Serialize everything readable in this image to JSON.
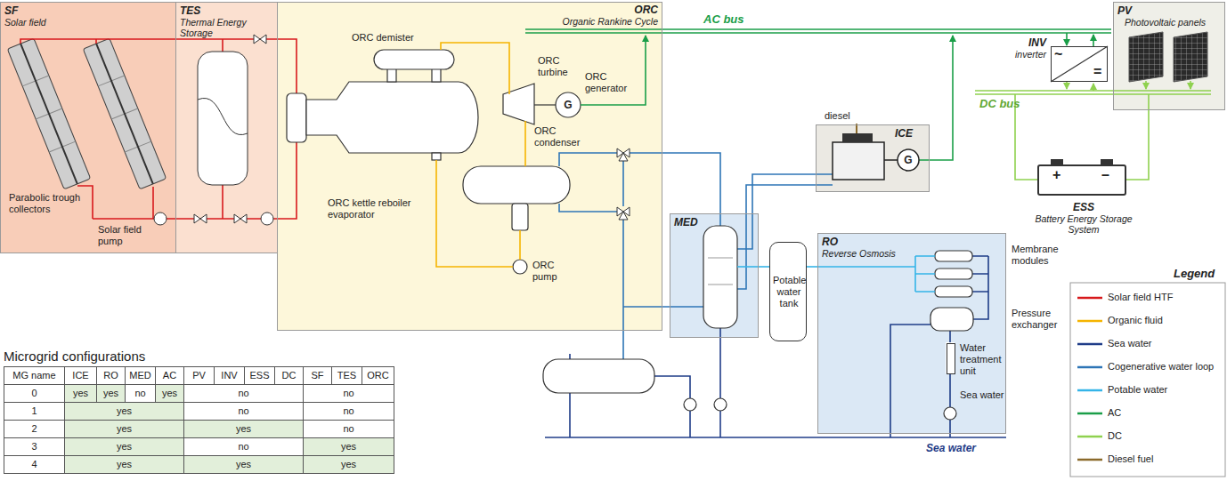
{
  "diagram": {
    "nodes": [
      {
        "text": [
          "SF",
          "Solar field"
        ]
      },
      {
        "text": [
          "TES",
          "Thermal Energy Storage"
        ]
      },
      {
        "text": [
          "ORC",
          "Organic Rankine Cycle"
        ]
      },
      {
        "text": [
          "MED"
        ]
      },
      {
        "text": [
          "Potable water tank"
        ]
      },
      {
        "text": [
          "ICE"
        ]
      },
      {
        "text": [
          "RO",
          "Reverse Osmosis"
        ]
      },
      {
        "text": [
          "Water treatment unit"
        ],
        "in": 6
      },
      {
        "text": [
          "INV",
          "inverter"
        ]
      },
      {
        "text": [
          "PV",
          "Photovoltaic panels"
        ]
      },
      {
        "text": [
          "ESS",
          "Battery Energy Storage System"
        ]
      }
    ],
    "edges": [
      {
        "from": 3,
        "to": 4,
        "arrow": "none"
      },
      {
        "from": 6,
        "to": 4,
        "arrow": "none"
      }
    ],
    "labels": [
      "AC bus",
      "DC bus",
      "ORC demister",
      "ORC turbine",
      "ORC generator",
      "G",
      "ORC condenser",
      "ORC pump",
      "ORC kettle reboiler evaporator",
      "Parabolic trough collectors",
      "Solar field pump",
      "diesel",
      "G",
      "Membrane modules",
      "Pressure exchanger",
      "Sea water",
      "Sea water",
      "~",
      "=",
      "+",
      "–",
      "Legend",
      "Microgrid configurations",
      "MG name",
      "ICE",
      "RO",
      "MED",
      "AC",
      "PV",
      "INV",
      "ESS",
      "DC",
      "SF",
      "TES",
      "ORC",
      "0",
      "yes",
      "yes",
      "no",
      "yes",
      "no",
      "no",
      "1",
      "yes",
      "no",
      "no",
      "2",
      "yes",
      "yes",
      "no",
      "3",
      "yes",
      "no",
      "yes",
      "4",
      "yes",
      "yes",
      "yes"
    ],
    "legend": [
      {
        "text": "Solar field HTF"
      },
      {
        "text": "Organic fluid"
      },
      {
        "text": "Sea water"
      },
      {
        "text": "Cogenerative water loop"
      },
      {
        "text": "Potable water"
      },
      {
        "text": "AC"
      },
      {
        "text": "DC"
      },
      {
        "text": "Diesel fuel"
      }
    ]
  }
}
